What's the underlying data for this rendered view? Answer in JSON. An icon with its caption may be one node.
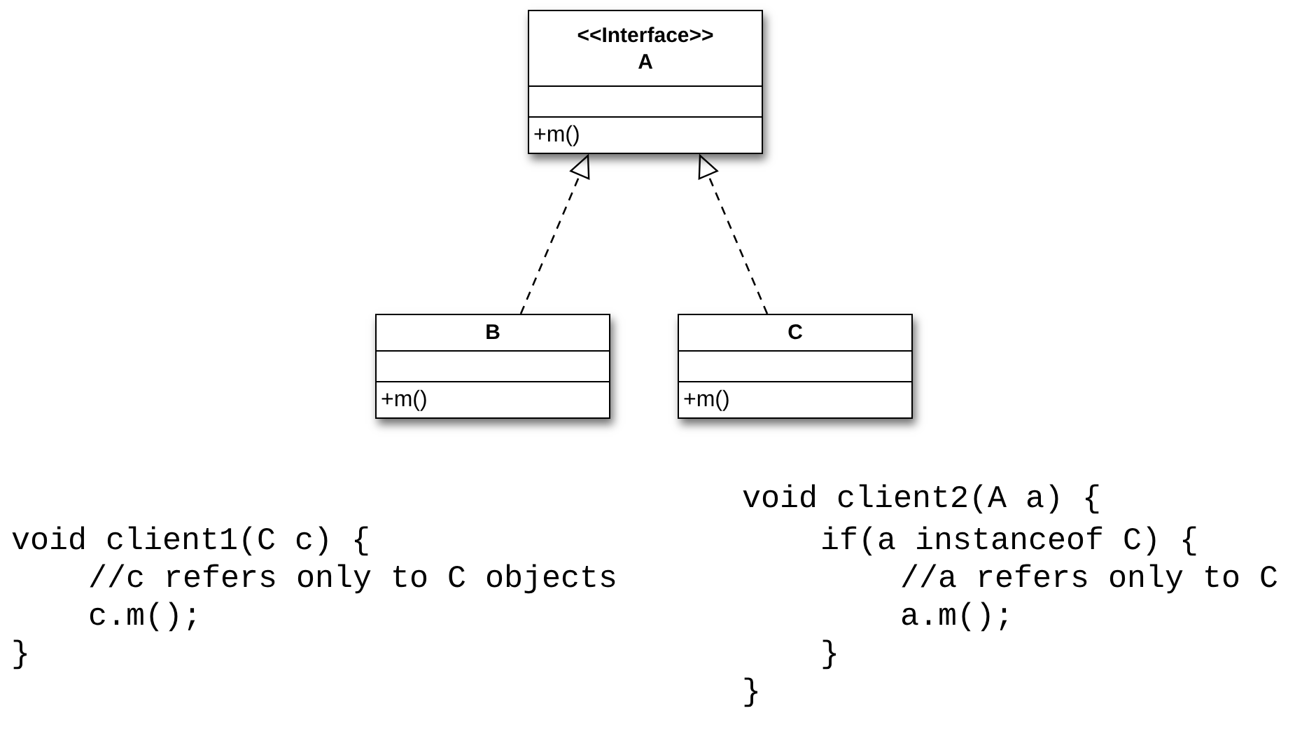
{
  "diagram": {
    "nodes": [
      {
        "text": [
          "<<Interface>>",
          "A",
          "+m()"
        ]
      },
      {
        "text": [
          "B",
          "+m()"
        ]
      },
      {
        "text": [
          "C",
          "+m()"
        ]
      }
    ],
    "edges": [
      {
        "from": 1,
        "to": 0,
        "arrow": "to",
        "style": "dashed"
      },
      {
        "from": 2,
        "to": 0,
        "arrow": "to",
        "style": "dashed"
      }
    ],
    "labels": [
      "void client1(C c) {",
      "//c refers only to C objects",
      "c.m();",
      "}",
      "void client2(A a) {",
      "if(a instanceof C) {",
      "//a refers only to C",
      "a.m();",
      "}",
      "}"
    ]
  }
}
